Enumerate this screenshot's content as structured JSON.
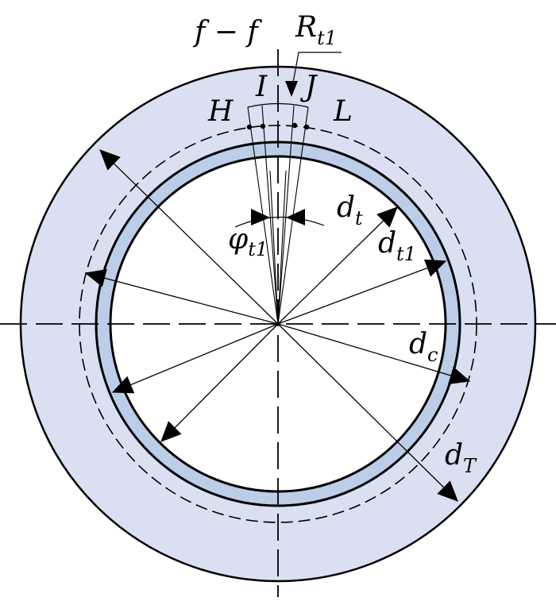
{
  "section": {
    "title_main": "f",
    "title_dash": " − ",
    "title_main2": "f"
  },
  "labels": {
    "R_t1": {
      "main": "R",
      "sub": "t1"
    },
    "H": "H",
    "I": "I",
    "J": "J",
    "L": "L",
    "phi_t1": {
      "main": "φ",
      "sub": "t1"
    },
    "d_t": {
      "main": "d",
      "sub": "t"
    },
    "d_t1": {
      "main": "d",
      "sub": "t1"
    },
    "d_c": {
      "main": "d",
      "sub": "c"
    },
    "d_T": {
      "main": "d",
      "sub": "T"
    }
  },
  "colors": {
    "outer_fill": "#dadff1",
    "tube_fill": "#bccde7",
    "stroke": "#000000",
    "background": "#ffffff"
  }
}
